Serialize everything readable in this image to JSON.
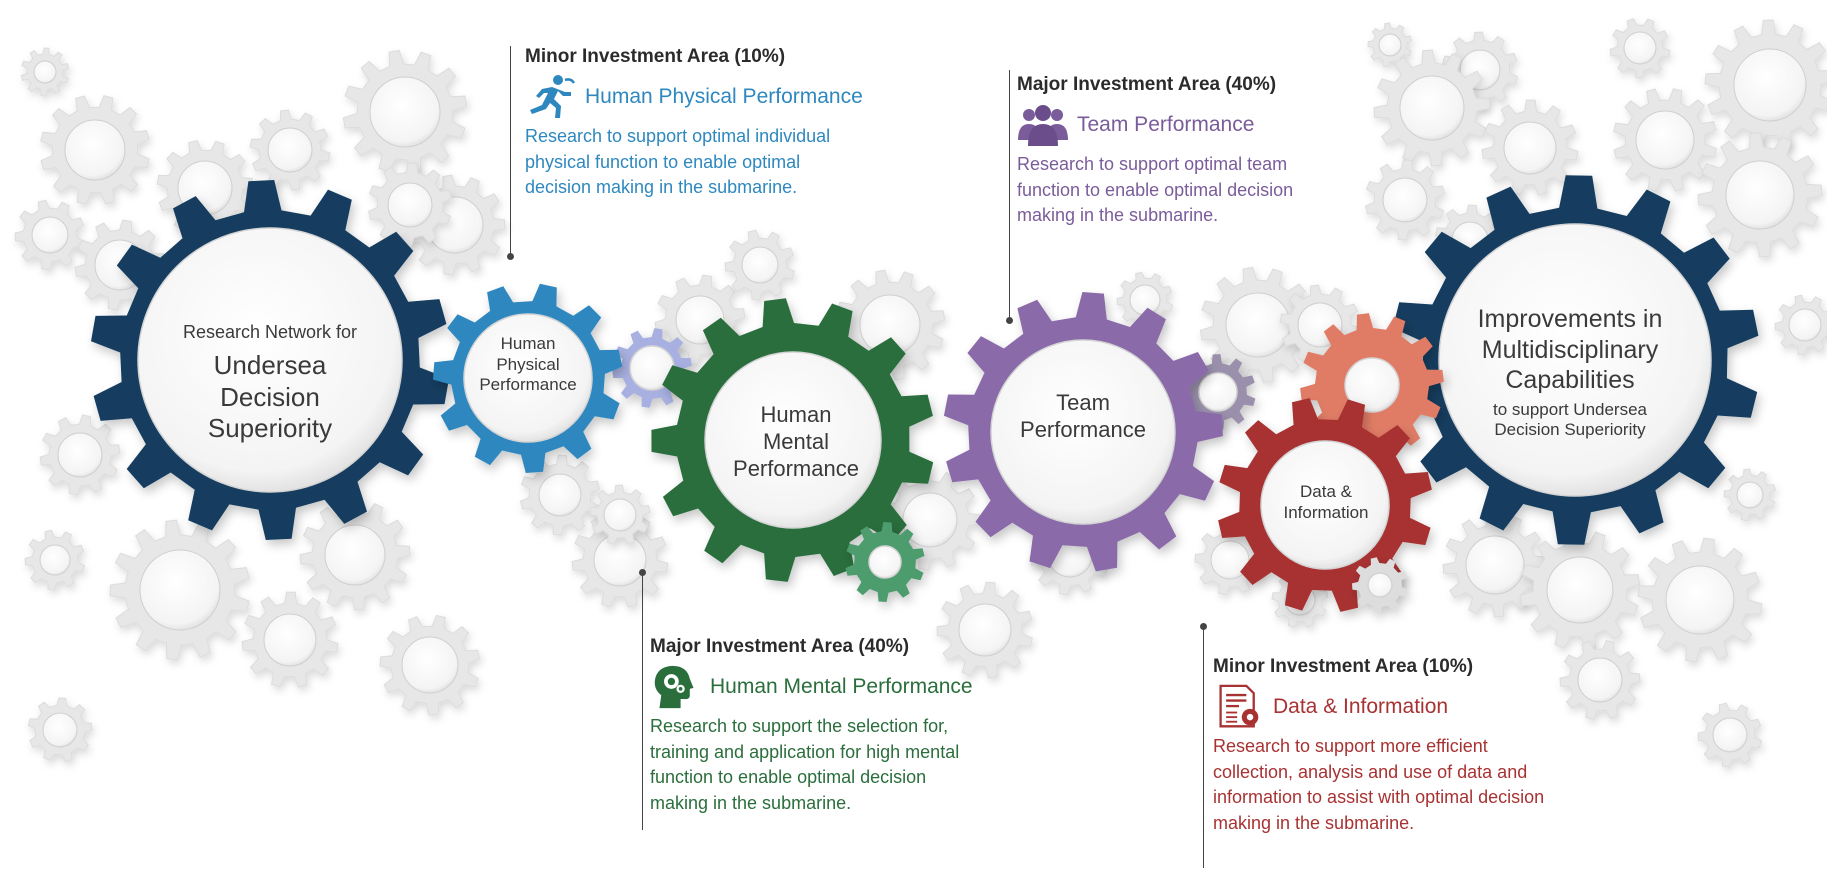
{
  "colors": {
    "navy": "#123c5e",
    "blue": "#2e88bf",
    "green": "#2a6e3c",
    "purple": "#8a6ba8",
    "red": "#a83232",
    "salmon": "#e07b66",
    "lavender": "#a7b0e0",
    "lightgreen": "#4e9c6e",
    "gray": "#e7e7e7"
  },
  "gears": {
    "research_network": {
      "line1": "Research Network for",
      "line2": "Undersea",
      "line3": "Decision",
      "line4": "Superiority"
    },
    "human_physical": {
      "line1": "Human",
      "line2": "Physical",
      "line3": "Performance"
    },
    "human_mental": {
      "line1": "Human",
      "line2": "Mental",
      "line3": "Performance"
    },
    "team": {
      "line1": "Team",
      "line2": "Performance"
    },
    "data_info": {
      "line1": "Data &",
      "line2": "Information"
    },
    "improvements": {
      "line1": "Improvements in",
      "line2": "Multidisciplinary",
      "line3": "Capabilities",
      "line4": "to support Undersea",
      "line5": "Decision Superiority"
    }
  },
  "callouts": {
    "physical": {
      "area": "Minor Investment Area (10%)",
      "name": "Human Physical Performance",
      "icon": "runner-icon",
      "desc": "Research to support optimal individual\nphysical function to enable optimal\ndecision making in the submarine."
    },
    "team": {
      "area": "Major Investment Area (40%)",
      "name": "Team Performance",
      "icon": "team-icon",
      "desc": "Research to support optimal team\nfunction to enable optimal decision\nmaking in the submarine."
    },
    "mental": {
      "area": "Major Investment Area (40%)",
      "name": "Human Mental Performance",
      "icon": "head-gears-icon",
      "desc": "Research to support the selection for,\ntraining and application for high mental\nfunction to enable optimal decision\nmaking in the submarine."
    },
    "data": {
      "area": "Minor Investment Area (10%)",
      "name": "Data & Information",
      "icon": "data-document-icon",
      "desc": "Research to support more efficient\ncollection, analysis and use of data and\ninformation to assist with optimal decision\nmaking in the submarine."
    }
  }
}
